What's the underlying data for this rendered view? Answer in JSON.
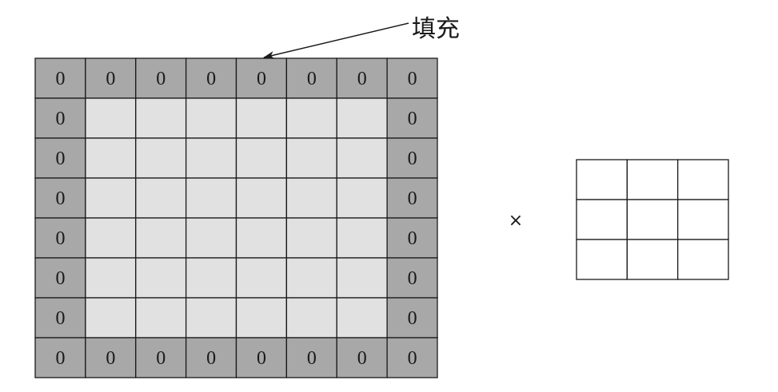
{
  "padded_grid": {
    "rows": 8,
    "cols": 8,
    "pad_value": "0",
    "padding_color": "#a8a8a8",
    "inner_color": "#e1e1e1",
    "line_color": "#1a1a1a"
  },
  "annotation": {
    "label": "填充"
  },
  "operator": {
    "symbol": "×"
  },
  "kernel": {
    "rows": 3,
    "cols": 3,
    "fill_color": "#ffffff"
  }
}
